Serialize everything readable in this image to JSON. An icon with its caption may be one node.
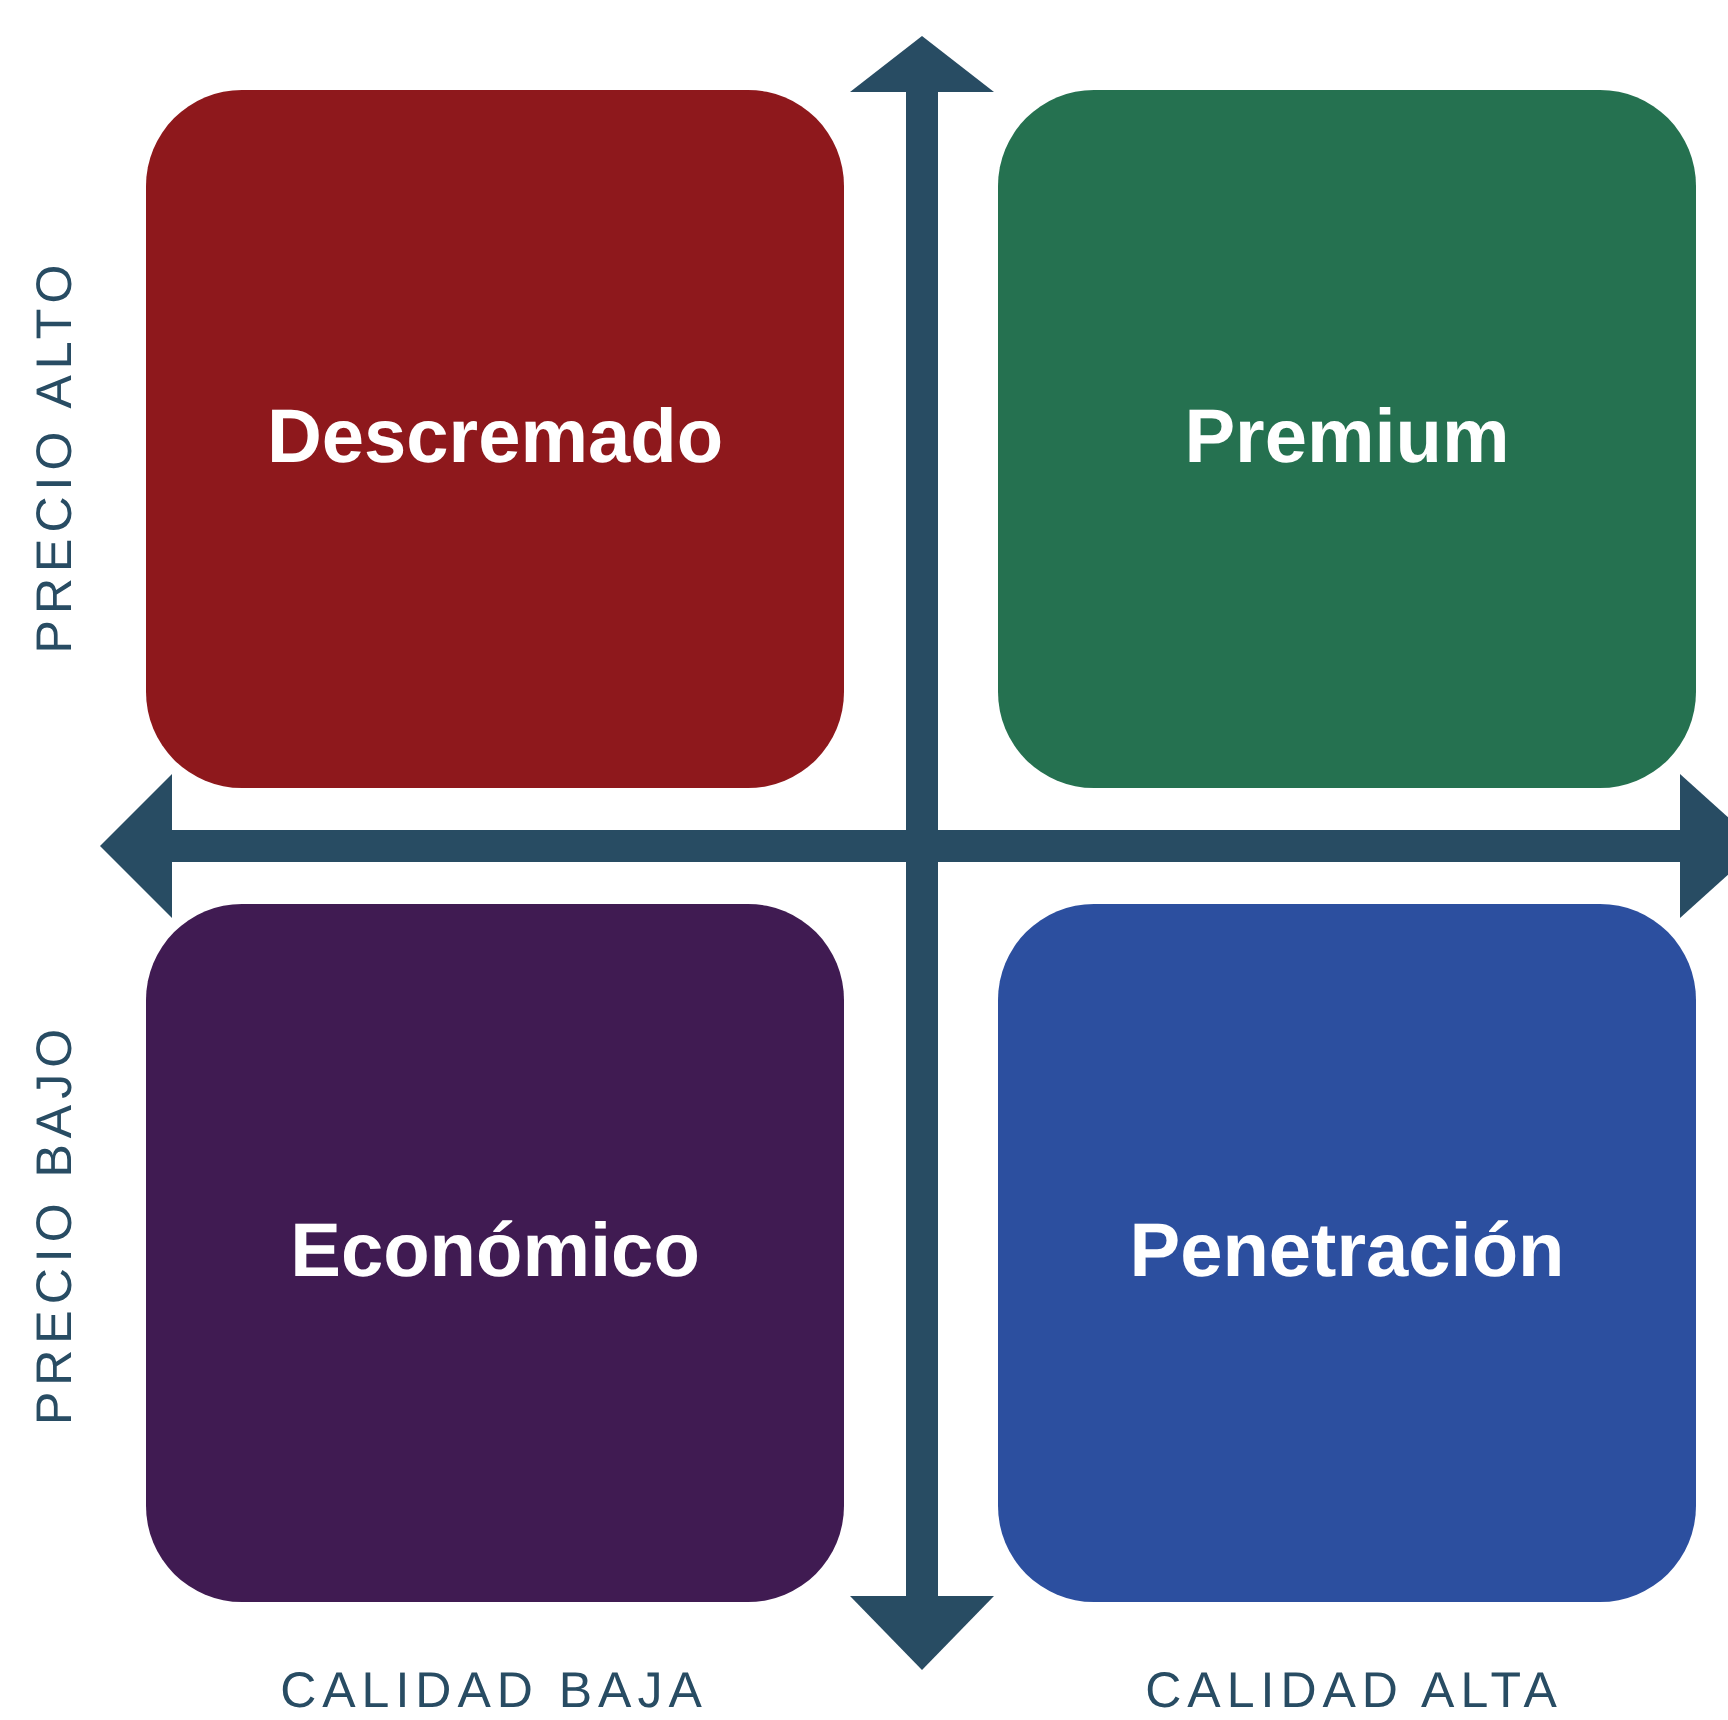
{
  "diagram": {
    "nodes": [
      {
        "text": [
          "Descremado"
        ]
      },
      {
        "text": [
          "Premium"
        ]
      },
      {
        "text": [
          "Económico"
        ]
      },
      {
        "text": [
          "Penetración"
        ]
      }
    ],
    "labels": [
      "PRECIO ALTO",
      "PRECIO BAJO",
      "CALIDAD BAJA",
      "CALIDAD ALTA"
    ]
  }
}
